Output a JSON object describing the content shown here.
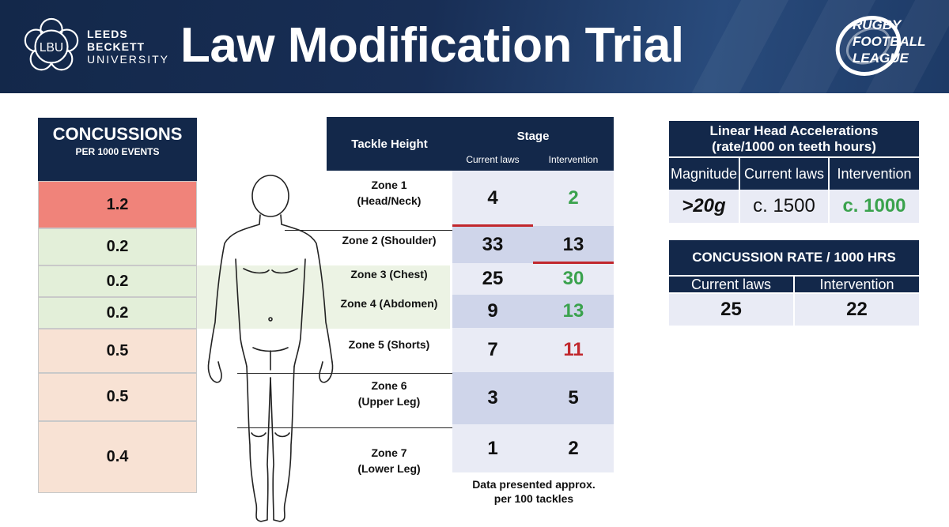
{
  "header": {
    "logo_left": [
      "LEEDS",
      "BECKETT",
      "UNIVERSITY"
    ],
    "logo_left_mark": "LBU",
    "title": "Law Modification Trial",
    "logo_right": [
      "RUGBY",
      "FOOTBALL",
      "LEAGUE"
    ]
  },
  "concussions": {
    "title": "CONCUSSIONS",
    "subtitle": "PER 1000 EVENTS",
    "values": [
      "1.2",
      "0.2",
      "0.2",
      "0.2",
      "0.5",
      "0.5",
      "0.4"
    ]
  },
  "tackle_table": {
    "col_zone": "Tackle Height",
    "col_stage": "Stage",
    "col_current": "Current laws",
    "col_intervention": "Intervention",
    "zones": [
      {
        "name": "Zone 1",
        "sub": "(Head/Neck)",
        "current": "4",
        "intervention": "2"
      },
      {
        "name": "Zone 2 (Shoulder)",
        "sub": "",
        "current": "33",
        "intervention": "13"
      },
      {
        "name": "Zone 3 (Chest)",
        "sub": "",
        "current": "25",
        "intervention": "30"
      },
      {
        "name": "Zone 4 (Abdomen)",
        "sub": "",
        "current": "9",
        "intervention": "13"
      },
      {
        "name": "Zone 5 (Shorts)",
        "sub": "",
        "current": "7",
        "intervention": "11"
      },
      {
        "name": "Zone 6",
        "sub": "(Upper Leg)",
        "current": "3",
        "intervention": "5"
      },
      {
        "name": "Zone 7",
        "sub": "(Lower Leg)",
        "current": "1",
        "intervention": "2"
      }
    ],
    "note_line1": "Data presented approx.",
    "note_line2": "per 100 tackles"
  },
  "accel_table": {
    "title_line1": "Linear Head Accelerations",
    "title_line2": "(rate/1000 on teeth hours)",
    "col_magnitude": "Magnitude",
    "col_current": "Current laws",
    "col_intervention": "Intervention",
    "magnitude": ">20g",
    "current": "c. 1500",
    "intervention": "c. 1000"
  },
  "rate_table": {
    "title": "CONCUSSION RATE / 1000 HRS",
    "col_current": "Current laws",
    "col_intervention": "Intervention",
    "current": "25",
    "intervention": "22"
  },
  "colors": {
    "navy": "#13284a",
    "green_text": "#3aa24d",
    "red_text": "#c1272d",
    "high_cell": "#f0837a",
    "low_cell": "#e3efd9",
    "mid_cell": "#f8e2d4"
  }
}
